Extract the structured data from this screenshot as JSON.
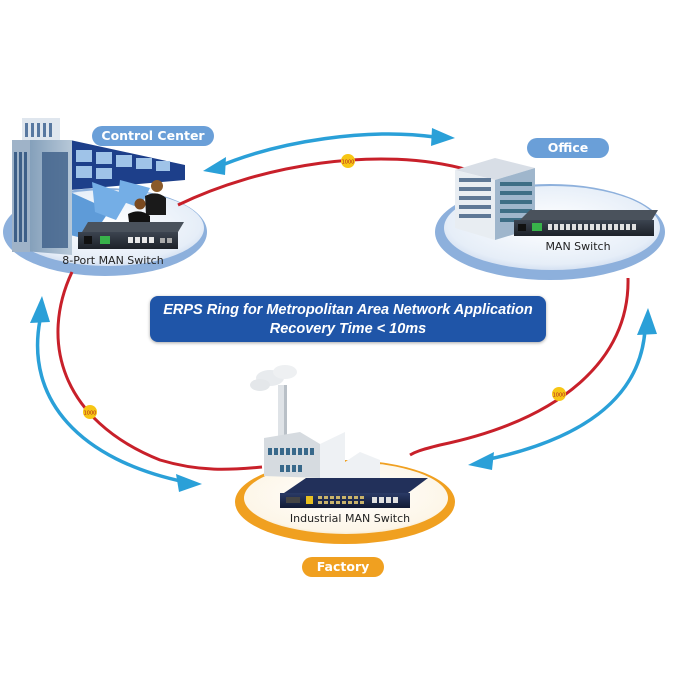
{
  "diagram": {
    "banner": {
      "line1": "ERPS Ring for Metropolitan Area Network Application",
      "line2": "Recovery Time < 10ms"
    },
    "nodes": [
      {
        "id": "control-center",
        "site_label": "Control Center",
        "device_label": "8-Port MAN Switch",
        "pill_color": "#6a9fd8"
      },
      {
        "id": "office",
        "site_label": "Office",
        "device_label": "MAN Switch",
        "pill_color": "#6a9fd8"
      },
      {
        "id": "factory",
        "site_label": "Factory",
        "device_label": "Industrial MAN Switch",
        "pill_color": "#f0a020"
      }
    ],
    "links": [
      {
        "from": "control-center",
        "to": "office",
        "speed_badge": "1000"
      },
      {
        "from": "control-center",
        "to": "factory",
        "speed_badge": "1000"
      },
      {
        "from": "office",
        "to": "factory",
        "speed_badge": "1000"
      }
    ],
    "colors": {
      "ring": "#c8202a",
      "traffic_arrow": "#2aa0d8",
      "badge": "#f7c615",
      "banner": "#1f55a8"
    }
  }
}
